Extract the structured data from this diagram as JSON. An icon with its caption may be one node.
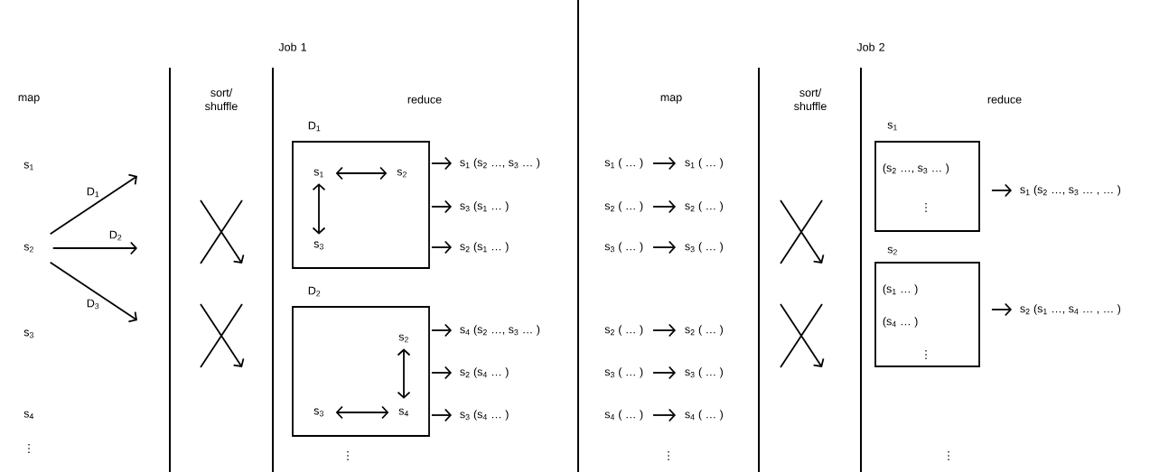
{
  "diagram": {
    "nodes": [
      {
        "text": [
          "s$_{2}$"
        ]
      },
      {
        "text": [
          "D$_{1}$"
        ]
      },
      {
        "text": [
          "s$_{1}$"
        ],
        "in": 1
      },
      {
        "text": [
          "s$_{2}$"
        ],
        "in": 1
      },
      {
        "text": [
          "s$_{3}$"
        ],
        "in": 1
      },
      {
        "text": [
          "D$_{2}$"
        ]
      },
      {
        "text": [
          "s$_{2}$"
        ],
        "in": 5
      },
      {
        "text": [
          "s$_{3}$"
        ],
        "in": 5
      },
      {
        "text": [
          "s$_{4}$"
        ],
        "in": 5
      },
      {
        "text": [
          "s$_{1}$ (s$_{2}$ …, s$_{3}$ … )"
        ]
      },
      {
        "text": [
          "s$_{3}$ (s$_{1}$ … )"
        ]
      },
      {
        "text": [
          "s$_{2}$ (s$_{1}$ … )"
        ]
      },
      {
        "text": [
          "s$_{4}$ (s$_{2}$ …, s$_{3}$ … )"
        ]
      },
      {
        "text": [
          "s$_{2}$ (s$_{4}$ … )"
        ]
      },
      {
        "text": [
          "s$_{3}$ (s$_{4}$ … )"
        ]
      },
      {
        "text": [
          "s$_{1}$ ( … )"
        ]
      },
      {
        "text": [
          "s$_{1}$ ( … )"
        ]
      },
      {
        "text": [
          "s$_{2}$ ( … )"
        ]
      },
      {
        "text": [
          "s$_{2}$ ( … )"
        ]
      },
      {
        "text": [
          "s$_{3}$ ( … )"
        ]
      },
      {
        "text": [
          "s$_{3}$ ( … )"
        ]
      },
      {
        "text": [
          "s$_{2}$ ( … )"
        ]
      },
      {
        "text": [
          "s$_{2}$ ( … )"
        ]
      },
      {
        "text": [
          "s$_{3}$ ( … )"
        ]
      },
      {
        "text": [
          "s$_{3}$ ( … )"
        ]
      },
      {
        "text": [
          "s$_{4}$ ( … )"
        ]
      },
      {
        "text": [
          "s$_{4}$ ( … )"
        ]
      },
      {
        "text": [
          "s$_{1}$",
          "(s$_{2}$ …, s$_{3}$ … )",
          "⋮"
        ]
      },
      {
        "text": [
          "s$_{1}$ (s$_{2}$ …, s$_{3}$ … , … )"
        ]
      },
      {
        "text": [
          "s$_{2}$",
          "(s$_{1}$ … )",
          "(s$_{4}$ … )",
          "⋮"
        ]
      },
      {
        "text": [
          "s$_{2}$ (s$_{1}$ …, s$_{4}$ … , … )"
        ]
      }
    ],
    "edges": [
      {
        "from": 0,
        "to": null,
        "arrow": "to",
        "label": "D$_{1}$"
      },
      {
        "from": 0,
        "to": null,
        "arrow": "to",
        "label": "D$_{2}$"
      },
      {
        "from": 0,
        "to": null,
        "arrow": "to",
        "label": "D$_{3}$"
      },
      {
        "from": 2,
        "to": 3,
        "arrow": "both"
      },
      {
        "from": 2,
        "to": 4,
        "arrow": "both"
      },
      {
        "from": 6,
        "to": 8,
        "arrow": "both"
      },
      {
        "from": 7,
        "to": 8,
        "arrow": "both"
      },
      {
        "from": 1,
        "to": 9,
        "arrow": "to"
      },
      {
        "from": 1,
        "to": 10,
        "arrow": "to"
      },
      {
        "from": 1,
        "to": 11,
        "arrow": "to"
      },
      {
        "from": 5,
        "to": 12,
        "arrow": "to"
      },
      {
        "from": 5,
        "to": 13,
        "arrow": "to"
      },
      {
        "from": 5,
        "to": 14,
        "arrow": "to"
      },
      {
        "from": 15,
        "to": 16,
        "arrow": "to"
      },
      {
        "from": 17,
        "to": 18,
        "arrow": "to"
      },
      {
        "from": 19,
        "to": 20,
        "arrow": "to"
      },
      {
        "from": 21,
        "to": 22,
        "arrow": "to"
      },
      {
        "from": 23,
        "to": 24,
        "arrow": "to"
      },
      {
        "from": 25,
        "to": 26,
        "arrow": "to"
      },
      {
        "from": 27,
        "to": 28,
        "arrow": "to"
      },
      {
        "from": 29,
        "to": 30,
        "arrow": "to"
      }
    ],
    "labels": [
      "Job 1",
      "Job 2",
      "map",
      "sort/ shuffle",
      "reduce",
      "map",
      "sort/ shuffle",
      "reduce",
      "s$_{1}$",
      "s$_{3}$",
      "s$_{4}$",
      "⋮",
      "⋮",
      "⋮",
      "⋮"
    ]
  }
}
